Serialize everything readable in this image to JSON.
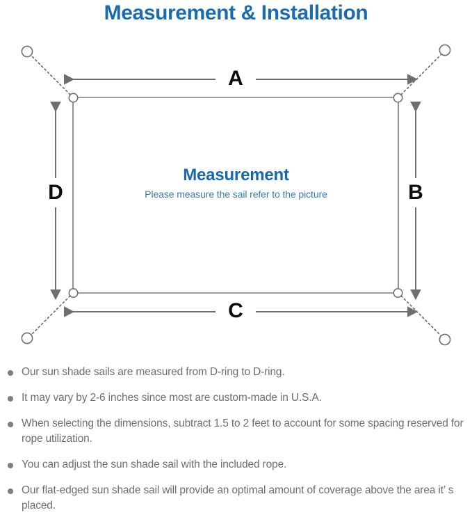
{
  "title": "Measurement & Installation",
  "colors": {
    "title_blue": "#1a6cb0",
    "center_title_blue": "#1668ab",
    "center_sub_blue": "#3a7ca8",
    "line_gray": "#6f6f6f",
    "rect_gray": "#7a7a7a",
    "note_text_gray": "#6e6e6e",
    "bullet_gray": "#7d7d7d",
    "background": "#ffffff"
  },
  "diagram": {
    "center_title": "Measurement",
    "center_subtitle": "Please measure the sail refer to the picture",
    "dimension_labels": {
      "top": "A",
      "right": "B",
      "bottom": "C",
      "left": "D"
    },
    "hardware": {
      "d_ring_name": "d-ring",
      "anchor_name": "anchor-point",
      "rope_name": "rope-dashed-line",
      "corner_count": 4
    }
  },
  "notes": [
    "Our sun shade sails are measured from D-ring to D-ring.",
    "It may vary by 2-6 inches since most are custom-made in U.S.A.",
    "When selecting the dimensions, subtract 1.5 to 2 feet to account for some spacing reserved for rope utilization.",
    "You can adjust the sun shade sail with the included rope.",
    "Our flat-edged sun shade sail will provide an optimal amount of coverage above the area it’ s placed."
  ]
}
